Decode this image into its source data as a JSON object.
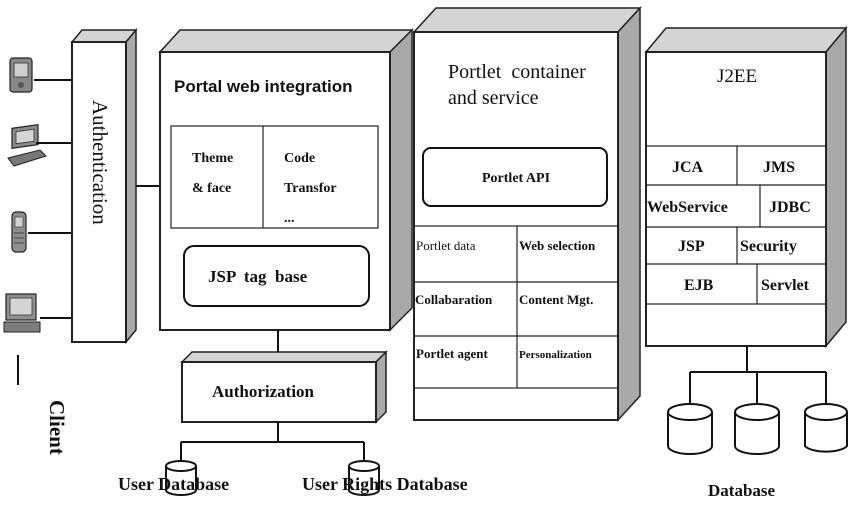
{
  "client": {
    "label": "Client",
    "devices": [
      "pda-device-icon",
      "laptop-device-icon",
      "mobile-phone-device-icon",
      "desktop-computer-device-icon"
    ]
  },
  "authentication": {
    "label": "Authentication"
  },
  "portal": {
    "title": "Portal web integration",
    "theme_line1": "Theme",
    "theme_line2": "& face",
    "code_line1": "Code",
    "code_line2": "Transfor",
    "code_line3": "...",
    "jsp_tag_base": "JSP  tag  base"
  },
  "authorization": {
    "label": "Authorization"
  },
  "databases": {
    "user_database": "User Database",
    "user_rights_database": "User Rights Database",
    "database": "Database"
  },
  "portlet": {
    "title_line1": "Portlet  container",
    "title_line2": "and service",
    "api": "Portlet API",
    "cells": [
      [
        "Portlet data",
        "Web selection"
      ],
      [
        "Collabaration",
        "Content Mgt."
      ],
      [
        "Portlet agent",
        "Personalization"
      ]
    ]
  },
  "j2ee": {
    "title": "J2EE",
    "rows": [
      [
        "JCA",
        "JMS"
      ],
      [
        "WebService",
        "JDBC"
      ],
      [
        "JSP",
        "Security"
      ],
      [
        "EJB",
        "Servlet"
      ]
    ]
  }
}
